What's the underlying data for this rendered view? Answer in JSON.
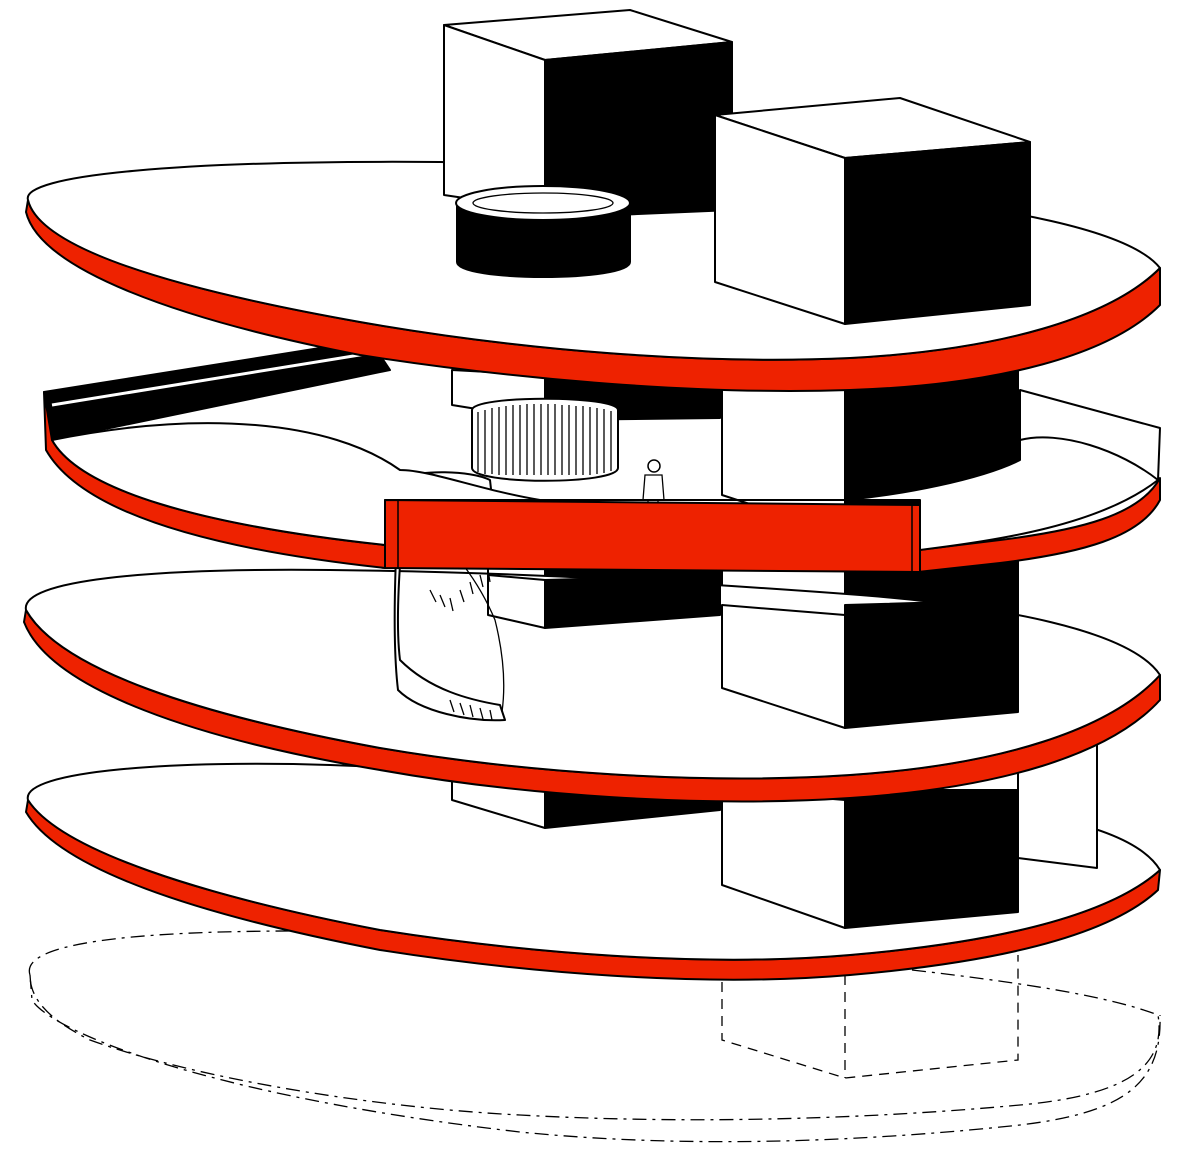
{
  "diagram": {
    "kind": "exploded axonometric building section",
    "levels": [
      "roof",
      "upper-floor",
      "middle-floor",
      "ground-floor",
      "foundation-outline"
    ],
    "colors": {
      "slab_edge": "#ee2200",
      "core": "#000000",
      "face": "#ffffff",
      "line": "#000000"
    },
    "text_labels": []
  }
}
